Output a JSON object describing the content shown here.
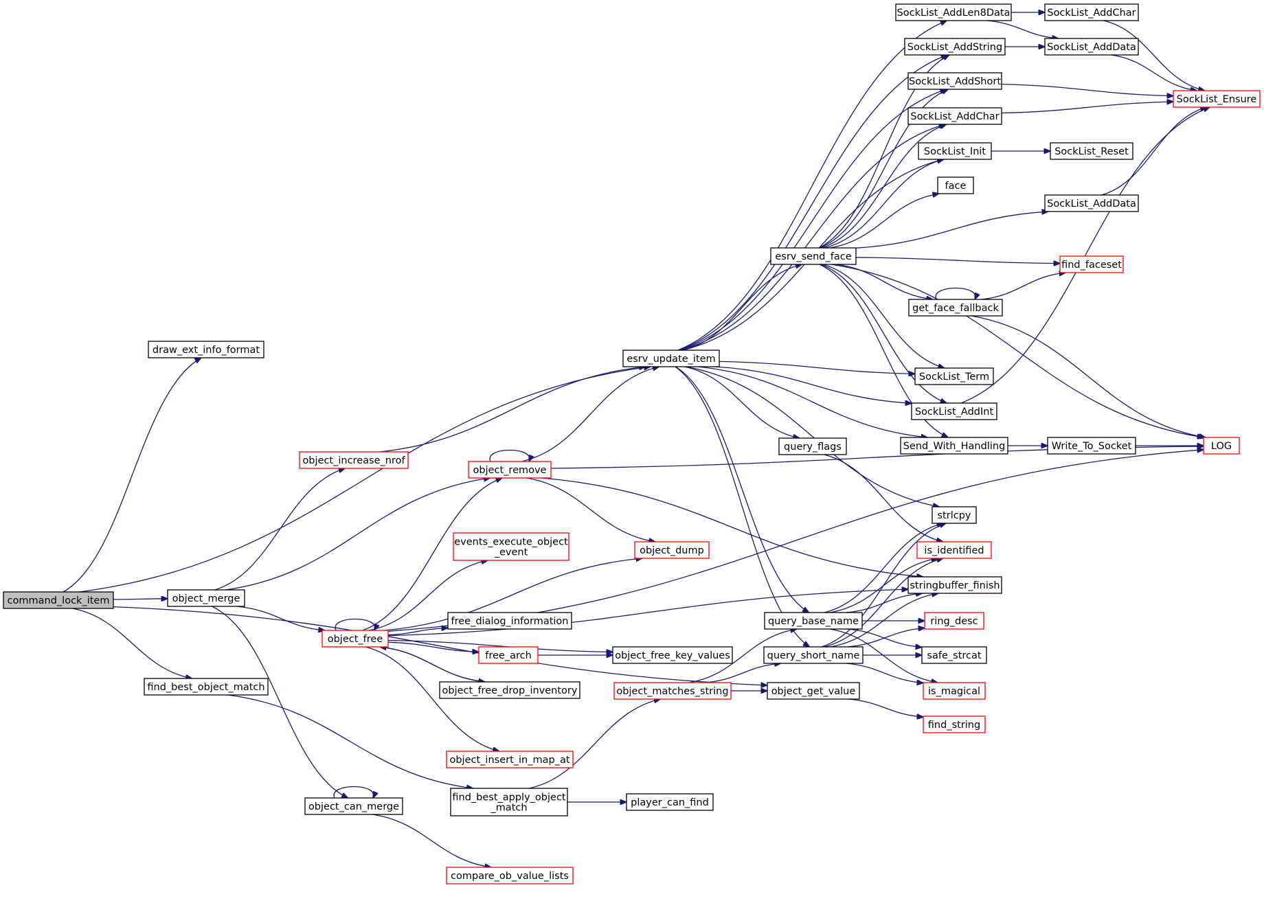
{
  "diagram": {
    "colors": {
      "edge": "#191970",
      "normal_border": "#000000",
      "truncated_border": "#ff0000",
      "root_fill": "#bfbfbf"
    },
    "nodes": [
      {
        "id": "command_lock_item",
        "label": [
          "command_lock_item"
        ],
        "style": "root"
      },
      {
        "id": "draw_ext_info_format",
        "label": [
          "draw_ext_info_format"
        ],
        "style": "black"
      },
      {
        "id": "object_merge",
        "label": [
          "object_merge"
        ],
        "style": "black"
      },
      {
        "id": "find_best_object_match",
        "label": [
          "find_best_object_match"
        ],
        "style": "black"
      },
      {
        "id": "object_increase_nrof",
        "label": [
          "object_increase_nrof"
        ],
        "style": "red"
      },
      {
        "id": "object_free",
        "label": [
          "object_free"
        ],
        "style": "red"
      },
      {
        "id": "object_can_merge",
        "label": [
          "object_can_merge"
        ],
        "style": "black"
      },
      {
        "id": "object_remove",
        "label": [
          "object_remove"
        ],
        "style": "red"
      },
      {
        "id": "events_execute_object_event",
        "label": [
          "events_execute_object",
          "_event"
        ],
        "style": "red"
      },
      {
        "id": "free_dialog_information",
        "label": [
          "free_dialog_information"
        ],
        "style": "black"
      },
      {
        "id": "free_arch",
        "label": [
          "free_arch"
        ],
        "style": "red"
      },
      {
        "id": "object_free_drop_inventory",
        "label": [
          "object_free_drop_inventory"
        ],
        "style": "black"
      },
      {
        "id": "object_insert_in_map_at",
        "label": [
          "object_insert_in_map_at"
        ],
        "style": "red"
      },
      {
        "id": "find_best_apply_object_match",
        "label": [
          "find_best_apply_object",
          "_match"
        ],
        "style": "black"
      },
      {
        "id": "compare_ob_value_lists",
        "label": [
          "compare_ob_value_lists"
        ],
        "style": "red"
      },
      {
        "id": "esrv_update_item",
        "label": [
          "esrv_update_item"
        ],
        "style": "black"
      },
      {
        "id": "object_dump",
        "label": [
          "object_dump"
        ],
        "style": "red"
      },
      {
        "id": "object_free_key_values",
        "label": [
          "object_free_key_values"
        ],
        "style": "black"
      },
      {
        "id": "object_matches_string",
        "label": [
          "object_matches_string"
        ],
        "style": "red"
      },
      {
        "id": "player_can_find",
        "label": [
          "player_can_find"
        ],
        "style": "black"
      },
      {
        "id": "esrv_send_face",
        "label": [
          "esrv_send_face"
        ],
        "style": "black"
      },
      {
        "id": "query_flags",
        "label": [
          "query_flags"
        ],
        "style": "black"
      },
      {
        "id": "query_base_name",
        "label": [
          "query_base_name"
        ],
        "style": "black"
      },
      {
        "id": "query_short_name",
        "label": [
          "query_short_name"
        ],
        "style": "black"
      },
      {
        "id": "object_get_value",
        "label": [
          "object_get_value"
        ],
        "style": "black"
      },
      {
        "id": "SockList_AddLen8Data",
        "label": [
          "SockList_AddLen8Data"
        ],
        "style": "black"
      },
      {
        "id": "SockList_AddString",
        "label": [
          "SockList_AddString"
        ],
        "style": "black"
      },
      {
        "id": "SockList_AddShort",
        "label": [
          "SockList_AddShort"
        ],
        "style": "black"
      },
      {
        "id": "SockList_AddChar_2",
        "label": [
          "SockList_AddChar"
        ],
        "style": "black"
      },
      {
        "id": "SockList_Init",
        "label": [
          "SockList_Init"
        ],
        "style": "black"
      },
      {
        "id": "face",
        "label": [
          "face"
        ],
        "style": "black"
      },
      {
        "id": "SockList_Term",
        "label": [
          "SockList_Term"
        ],
        "style": "black"
      },
      {
        "id": "SockList_AddInt",
        "label": [
          "SockList_AddInt"
        ],
        "style": "black"
      },
      {
        "id": "Send_With_Handling",
        "label": [
          "Send_With_Handling"
        ],
        "style": "black"
      },
      {
        "id": "strlcpy",
        "label": [
          "strlcpy"
        ],
        "style": "black"
      },
      {
        "id": "is_identified",
        "label": [
          "is_identified"
        ],
        "style": "red"
      },
      {
        "id": "stringbuffer_finish",
        "label": [
          "stringbuffer_finish"
        ],
        "style": "black"
      },
      {
        "id": "ring_desc",
        "label": [
          "ring_desc"
        ],
        "style": "red"
      },
      {
        "id": "safe_strcat",
        "label": [
          "safe_strcat"
        ],
        "style": "black"
      },
      {
        "id": "is_magical",
        "label": [
          "is_magical"
        ],
        "style": "red"
      },
      {
        "id": "find_string",
        "label": [
          "find_string"
        ],
        "style": "red"
      },
      {
        "id": "SockList_AddChar_1",
        "label": [
          "SockList_AddChar"
        ],
        "style": "black"
      },
      {
        "id": "SockList_AddData_1",
        "label": [
          "SockList_AddData"
        ],
        "style": "black"
      },
      {
        "id": "SockList_Reset",
        "label": [
          "SockList_Reset"
        ],
        "style": "black"
      },
      {
        "id": "SockList_AddData_2",
        "label": [
          "SockList_AddData"
        ],
        "style": "black"
      },
      {
        "id": "find_faceset",
        "label": [
          "find_faceset"
        ],
        "style": "red"
      },
      {
        "id": "get_face_fallback",
        "label": [
          "get_face_fallback"
        ],
        "style": "black"
      },
      {
        "id": "Write_To_Socket",
        "label": [
          "Write_To_Socket"
        ],
        "style": "black"
      },
      {
        "id": "SockList_Ensure",
        "label": [
          "SockList_Ensure"
        ],
        "style": "red"
      },
      {
        "id": "LOG",
        "label": [
          "LOG"
        ],
        "style": "red"
      }
    ],
    "edges": [
      [
        "command_lock_item",
        "draw_ext_info_format"
      ],
      [
        "command_lock_item",
        "esrv_update_item"
      ],
      [
        "command_lock_item",
        "object_merge"
      ],
      [
        "command_lock_item",
        "find_best_object_match"
      ],
      [
        "command_lock_item",
        "object_get_value"
      ],
      [
        "object_merge",
        "object_increase_nrof"
      ],
      [
        "object_merge",
        "object_remove"
      ],
      [
        "object_merge",
        "object_free"
      ],
      [
        "object_merge",
        "object_can_merge"
      ],
      [
        "object_increase_nrof",
        "esrv_update_item"
      ],
      [
        "object_remove",
        "object_remove"
      ],
      [
        "object_remove",
        "esrv_update_item"
      ],
      [
        "object_remove",
        "object_dump"
      ],
      [
        "object_remove",
        "LOG"
      ],
      [
        "object_remove",
        "stringbuffer_finish"
      ],
      [
        "object_free",
        "object_free"
      ],
      [
        "object_free",
        "object_remove"
      ],
      [
        "object_free",
        "object_dump"
      ],
      [
        "object_free",
        "events_execute_object_event"
      ],
      [
        "object_free",
        "stringbuffer_finish"
      ],
      [
        "object_free",
        "free_dialog_information"
      ],
      [
        "object_free",
        "free_arch"
      ],
      [
        "object_free",
        "object_free_drop_inventory"
      ],
      [
        "object_free",
        "object_free_key_values"
      ],
      [
        "object_free",
        "object_insert_in_map_at"
      ],
      [
        "object_free",
        "LOG"
      ],
      [
        "object_free_drop_inventory",
        "object_free"
      ],
      [
        "free_arch",
        "object_free_key_values"
      ],
      [
        "object_can_merge",
        "object_can_merge"
      ],
      [
        "object_can_merge",
        "compare_ob_value_lists"
      ],
      [
        "find_best_object_match",
        "find_best_apply_object_match"
      ],
      [
        "find_best_apply_object_match",
        "object_matches_string"
      ],
      [
        "find_best_apply_object_match",
        "player_can_find"
      ],
      [
        "object_matches_string",
        "query_base_name"
      ],
      [
        "object_matches_string",
        "query_short_name"
      ],
      [
        "object_matches_string",
        "object_get_value"
      ],
      [
        "object_get_value",
        "find_string"
      ],
      [
        "esrv_update_item",
        "SockList_AddLen8Data"
      ],
      [
        "esrv_update_item",
        "SockList_AddString"
      ],
      [
        "esrv_update_item",
        "SockList_AddShort"
      ],
      [
        "esrv_update_item",
        "SockList_AddChar_2"
      ],
      [
        "esrv_update_item",
        "SockList_Init"
      ],
      [
        "esrv_update_item",
        "esrv_send_face"
      ],
      [
        "esrv_update_item",
        "SockList_Term"
      ],
      [
        "esrv_update_item",
        "SockList_AddInt"
      ],
      [
        "esrv_update_item",
        "Send_With_Handling"
      ],
      [
        "esrv_update_item",
        "query_flags"
      ],
      [
        "esrv_update_item",
        "strlcpy"
      ],
      [
        "esrv_update_item",
        "query_base_name"
      ],
      [
        "esrv_update_item",
        "query_short_name"
      ],
      [
        "esrv_send_face",
        "SockList_AddString"
      ],
      [
        "esrv_send_face",
        "SockList_AddShort"
      ],
      [
        "esrv_send_face",
        "SockList_AddChar_2"
      ],
      [
        "esrv_send_face",
        "SockList_Init"
      ],
      [
        "esrv_send_face",
        "face"
      ],
      [
        "esrv_send_face",
        "SockList_AddData_2"
      ],
      [
        "esrv_send_face",
        "find_faceset"
      ],
      [
        "esrv_send_face",
        "get_face_fallback"
      ],
      [
        "esrv_send_face",
        "SockList_Term"
      ],
      [
        "esrv_send_face",
        "SockList_AddInt"
      ],
      [
        "esrv_send_face",
        "Send_With_Handling"
      ],
      [
        "esrv_send_face",
        "LOG"
      ],
      [
        "query_flags",
        "is_identified"
      ],
      [
        "query_base_name",
        "strlcpy"
      ],
      [
        "query_base_name",
        "is_identified"
      ],
      [
        "query_base_name",
        "stringbuffer_finish"
      ],
      [
        "query_base_name",
        "ring_desc"
      ],
      [
        "query_base_name",
        "safe_strcat"
      ],
      [
        "query_base_name",
        "is_magical"
      ],
      [
        "query_short_name",
        "strlcpy"
      ],
      [
        "query_short_name",
        "is_identified"
      ],
      [
        "query_short_name",
        "stringbuffer_finish"
      ],
      [
        "query_short_name",
        "ring_desc"
      ],
      [
        "query_short_name",
        "safe_strcat"
      ],
      [
        "query_short_name",
        "is_magical"
      ],
      [
        "SockList_AddLen8Data",
        "SockList_AddChar_1"
      ],
      [
        "SockList_AddLen8Data",
        "SockList_AddData_1"
      ],
      [
        "SockList_AddString",
        "SockList_AddData_1"
      ],
      [
        "SockList_AddShort",
        "SockList_Ensure"
      ],
      [
        "SockList_AddChar_2",
        "SockList_Ensure"
      ],
      [
        "SockList_Init",
        "SockList_Reset"
      ],
      [
        "SockList_AddChar_1",
        "SockList_Ensure"
      ],
      [
        "SockList_AddData_1",
        "SockList_Ensure"
      ],
      [
        "SockList_AddData_2",
        "SockList_Ensure"
      ],
      [
        "get_face_fallback",
        "get_face_fallback"
      ],
      [
        "get_face_fallback",
        "find_faceset"
      ],
      [
        "get_face_fallback",
        "LOG"
      ],
      [
        "SockList_AddInt",
        "SockList_Ensure"
      ],
      [
        "Send_With_Handling",
        "Write_To_Socket"
      ],
      [
        "Write_To_Socket",
        "LOG"
      ]
    ]
  }
}
